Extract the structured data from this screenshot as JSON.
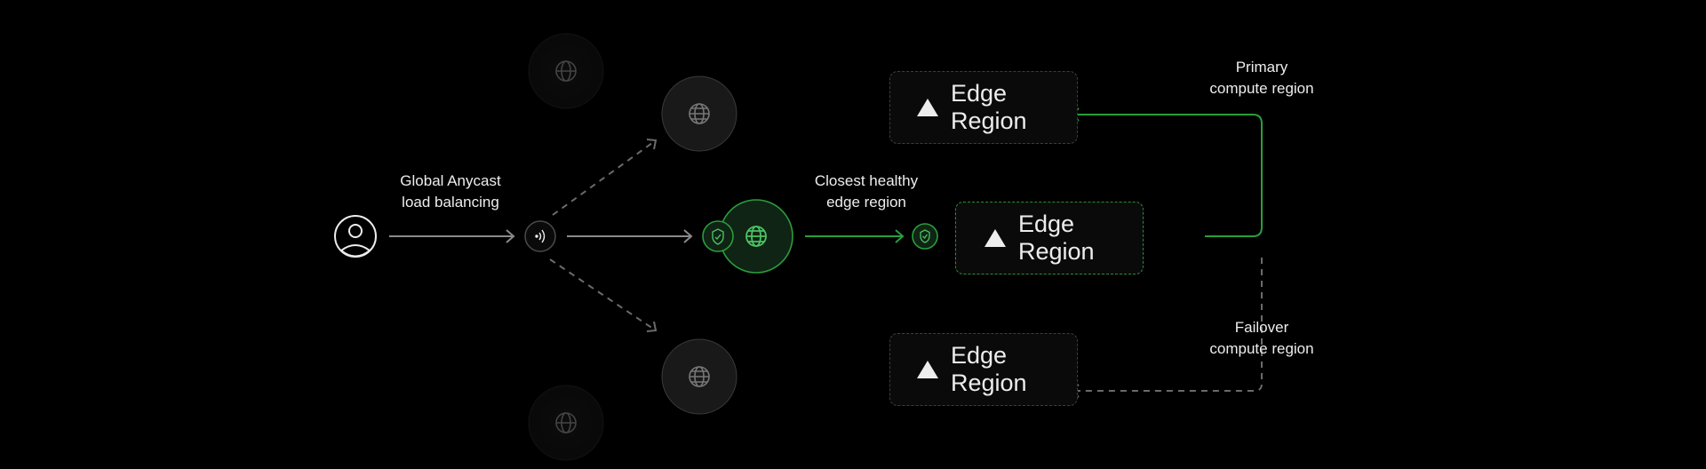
{
  "labels": {
    "anycast": [
      "Global Anycast",
      "load balancing"
    ],
    "closest": [
      "Closest healthy",
      "edge region"
    ],
    "primary": [
      "Primary",
      "compute region"
    ],
    "failover": [
      "Failover",
      "compute region"
    ]
  },
  "regions": [
    {
      "label": "Edge Region",
      "state": "primary"
    },
    {
      "label": "Edge Region",
      "state": "active"
    },
    {
      "label": "Edge Region",
      "state": "failover"
    }
  ],
  "colors": {
    "accent": "#2a9d3c",
    "muted": "#6b6b6b",
    "background": "#000000"
  }
}
